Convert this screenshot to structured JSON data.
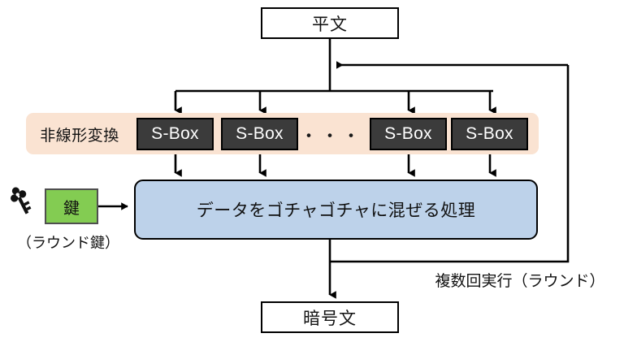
{
  "diagram": {
    "title_box": {
      "label": "平文"
    },
    "output_box": {
      "label": "暗号文"
    },
    "nonlinear": {
      "band_label": "非線形変換",
      "sboxes": [
        {
          "label": "S-Box"
        },
        {
          "label": "S-Box"
        },
        {
          "label": "S-Box"
        },
        {
          "label": "S-Box"
        }
      ],
      "ellipsis": "・・・"
    },
    "mixing": {
      "label": "データをゴチャゴチャに混ぜる処理"
    },
    "key": {
      "box_label": "鍵",
      "caption": "（ラウンド鍵）",
      "icon": "key-icon"
    },
    "loop": {
      "label": "複数回実行（ラウンド）"
    },
    "colors": {
      "band": "#fae3d2",
      "sbox": "#3b3b3b",
      "mix": "#bdd2ea",
      "key": "#83cc52",
      "line": "#000000",
      "background": "#ffffff"
    }
  }
}
